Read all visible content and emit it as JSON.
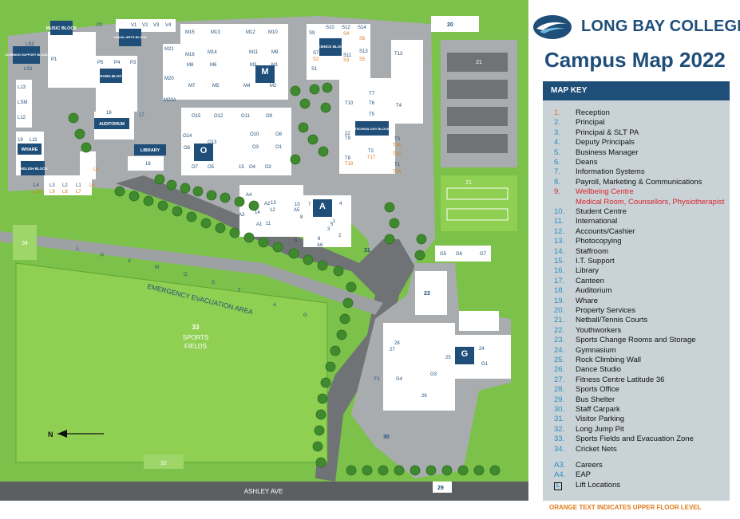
{
  "college_name": "LONG BAY COLLEGE",
  "title": "Campus  Map 2022",
  "key_heading": "MAP KEY",
  "colors": {
    "navy": "#1f4e79",
    "accent_blue": "#2a8fbf",
    "orange": "#e07b1a",
    "red": "#d9272e",
    "grass": "#7cc14a",
    "building": "#ffffff",
    "path": "#9da1a3",
    "road": "#5b5f62"
  },
  "map_key": [
    {
      "num": "1.",
      "label": "Reception",
      "style": "reception"
    },
    {
      "num": "2.",
      "label": "Principal"
    },
    {
      "num": "3.",
      "label": "Principal & SLT PA"
    },
    {
      "num": "4.",
      "label": "Deputy Principals"
    },
    {
      "num": "5.",
      "label": "Business Manager"
    },
    {
      "num": "6.",
      "label": "Deans"
    },
    {
      "num": "7.",
      "label": "Information Systems"
    },
    {
      "num": "8.",
      "label": "Payroll, Marketing & Communications"
    },
    {
      "num": "9.",
      "label": "Wellbeing Centre",
      "style": "red"
    },
    {
      "num": "",
      "label": "Medical Room, Counsellors, Physiotherapist",
      "style": "sub"
    },
    {
      "num": "10.",
      "label": "Student Centre"
    },
    {
      "num": "11.",
      "label": "International"
    },
    {
      "num": "12.",
      "label": "Accounts/Cashier"
    },
    {
      "num": "13.",
      "label": "Photocopying"
    },
    {
      "num": "14.",
      "label": "Staffroom"
    },
    {
      "num": "15.",
      "label": "I.T. Support"
    },
    {
      "num": "16.",
      "label": "Library"
    },
    {
      "num": "17.",
      "label": "Canteen"
    },
    {
      "num": "18.",
      "label": "Auditorium"
    },
    {
      "num": "19.",
      "label": "Whare"
    },
    {
      "num": "20.",
      "label": "Property Services"
    },
    {
      "num": "21.",
      "label": "Netball/Tennis Courts"
    },
    {
      "num": "22.",
      "label": "Youthworkers"
    },
    {
      "num": "23.",
      "label": "Sports Change Rooms and Storage"
    },
    {
      "num": "24.",
      "label": "Gymnasium"
    },
    {
      "num": "25.",
      "label": "Rock Climbing Wall"
    },
    {
      "num": "26.",
      "label": "Dance Studio"
    },
    {
      "num": "27.",
      "label": "Fitness Centre Latitude 36"
    },
    {
      "num": "28.",
      "label": "Sports Office"
    },
    {
      "num": "29.",
      "label": "Bus Shelter"
    },
    {
      "num": "30.",
      "label": "Staff Carpark"
    },
    {
      "num": "31.",
      "label": "Visitor Parking"
    },
    {
      "num": "32.",
      "label": "Long Jump Pit"
    },
    {
      "num": "33.",
      "label": "Sports Fields and Evacuation Zone"
    },
    {
      "num": "34.",
      "label": "Cricket Nets"
    }
  ],
  "key_extra": [
    {
      "num": "A3.",
      "label": "Careers"
    },
    {
      "num": "A4.",
      "label": "EAP"
    },
    {
      "num": "L",
      "label": "Lift Locations",
      "style": "lift"
    }
  ],
  "footnote": "ORANGE TEXT INDICATES UPPER FLOOR LEVEL",
  "blocks": {
    "music": "MUSIC BLOCK",
    "visual_arts": "VISUAL ARTS BLOCK",
    "learning_support": "LEARNING SUPPORT BLOCK",
    "drama": "DRAMA BLOCK",
    "auditorium": "AUDITORIUM",
    "library": "LIBRARY",
    "whare": "WHARE",
    "english": "ENGLISH BLOCK",
    "science": "SCIENCE BLOCK",
    "technology": "TECHNOLOGY BLOCK",
    "m_block": "M",
    "o_block": "O",
    "a_block": "A",
    "g_block": "G",
    "block_word": "BLOCK"
  },
  "map_labels": {
    "street": "ASHLEY AVE",
    "evacuation": "EMERGENCY EVACUATION AREA",
    "sports_fields": "SPORTS FIELDS",
    "sports_num": "33",
    "cricket": "34",
    "long_jump": "32",
    "bus": "29",
    "staff_car": "30",
    "visitor_car": "31",
    "courts_21a": "21",
    "courts_21b": "21",
    "property": "20",
    "change_rooms": "23",
    "north": "N"
  },
  "field_letters": [
    "L",
    "P",
    "V",
    "M",
    "O",
    "S",
    "T",
    "A",
    "G"
  ],
  "rooms": {
    "music_rooms": [
      "P2",
      "P1"
    ],
    "arts_rooms": [
      "V1",
      "V2",
      "V3",
      "V4"
    ],
    "ls_rooms": [
      "LS2",
      "LS1"
    ],
    "drama_rooms": [
      "P5",
      "P4",
      "P3"
    ],
    "m_rooms": [
      "M15",
      "M13",
      "M12",
      "M10",
      "M16",
      "M14",
      "M11",
      "M9",
      "M8",
      "M6",
      "M3",
      "M1",
      "M7",
      "M5",
      "M4",
      "M2",
      "M21",
      "M20",
      "M20A"
    ],
    "o_rooms": [
      "O15",
      "O12",
      "O11",
      "O9",
      "O14",
      "O10",
      "O8",
      "O13",
      "O6",
      "O3",
      "O1",
      "O7",
      "O5",
      "O4",
      "O2"
    ],
    "l_rooms": [
      "L13",
      "LSM",
      "L12",
      "L11"
    ],
    "l_bottom": [
      "L4",
      "L3",
      "L2",
      "L1"
    ],
    "l_upper": [
      "L10",
      "L9",
      "L8",
      "L7",
      "L6",
      "L5"
    ],
    "s_rooms": [
      "S9",
      "S10",
      "S12",
      "S14",
      "S7",
      "S11",
      "S13",
      "S1"
    ],
    "s_upper": [
      "S4",
      "S6",
      "S2",
      "S3",
      "S5"
    ],
    "t_rooms": [
      "T13",
      "T7",
      "T6",
      "T5",
      "T4",
      "T10",
      "T9",
      "T3",
      "T2",
      "T8",
      "T1"
    ],
    "t_upper": [
      "T16",
      "T15",
      "T17",
      "T18",
      "T14"
    ],
    "a_rooms": [
      "A4",
      "A3",
      "A2",
      "A1",
      "A5",
      "A6"
    ],
    "g_rooms": [
      "G1",
      "G3",
      "G4",
      "F1",
      "G5",
      "G6",
      "G7"
    ],
    "nums_map": [
      "1",
      "2",
      "3",
      "4",
      "5",
      "6",
      "7",
      "8",
      "9",
      "10",
      "11",
      "12",
      "13",
      "14",
      "15",
      "16",
      "17",
      "18",
      "19",
      "22",
      "24",
      "25",
      "26",
      "27",
      "28"
    ]
  }
}
